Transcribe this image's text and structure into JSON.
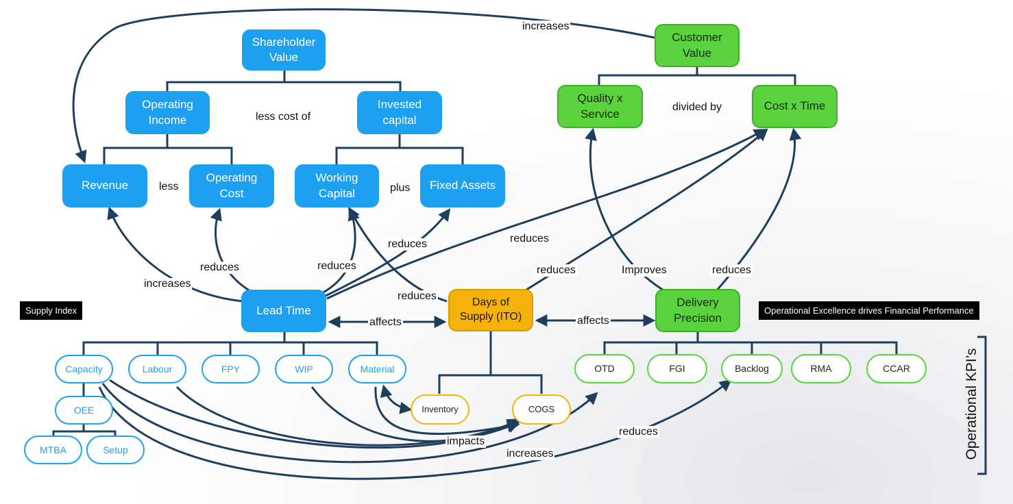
{
  "nodes": {
    "shareholder_value": "Shareholder\nValue",
    "operating_income": "Operating\nIncome",
    "invested_capital": "Invested\ncapital",
    "revenue": "Revenue",
    "operating_cost": "Operating\nCost",
    "working_capital": "Working\nCapital",
    "fixed_assets": "Fixed Assets",
    "customer_value": "Customer\nValue",
    "quality_service": "Quality x\nService",
    "cost_time": "Cost x Time",
    "lead_time": "Lead Time",
    "days_of_supply": "Days of\nSupply (ITO)",
    "delivery_precision": "Delivery\nPrecision",
    "capacity": "Capacity",
    "labour": "Labour",
    "fpy": "FPY",
    "wip": "WIP",
    "material": "Material",
    "oee": "OEE",
    "mtba": "MTBA",
    "setup": "Setup",
    "inventory": "Inventory",
    "cogs": "COGS",
    "otd": "OTD",
    "fgi": "FGI",
    "backlog": "Backlog",
    "rma": "RMA",
    "ccar": "CCAR"
  },
  "labels": {
    "increases_top": "increases",
    "less_cost_of": "less cost of",
    "divided_by": "divided by",
    "less": "less",
    "plus": "plus",
    "reduces_fixed": "reduces",
    "reduces_costtime": "reduces",
    "reduces_opcost": "reduces",
    "reduces_wc": "reduces",
    "increases_rev": "increases",
    "reduces_dos_wc": "reduces",
    "reduces_dos_ct": "reduces",
    "improves": "Improves",
    "reduces_dp_ct": "reduces",
    "affects_left": "affects",
    "affects_right": "affects",
    "impacts": "impacts",
    "increases_bottom": "increases",
    "reduces_bottom": "reduces"
  },
  "tags": {
    "supply_index": "Supply Index",
    "opex": "Operational Excellence drives Financial Performance"
  },
  "side_label": "Operational KPI’s",
  "colors": {
    "blue": "#1ea0f0",
    "green": "#5ad33f",
    "yellow": "#f5b20a",
    "connector": "#1f3d5c"
  }
}
